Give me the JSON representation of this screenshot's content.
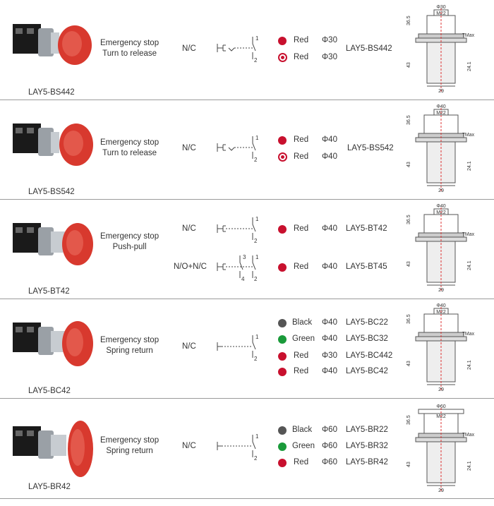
{
  "rows": [
    {
      "model": "LAY5-BS442",
      "desc_line1": "Emergency stop",
      "desc_line2": "Turn to release",
      "circuits": [
        {
          "type": "N/C",
          "pins": [
            "1",
            "2"
          ]
        }
      ],
      "variants": [
        {
          "color_name": "Red",
          "color": "#c8102e",
          "marker": "solid",
          "size": "Φ30"
        },
        {
          "color_name": "Red",
          "color": "#c8102e",
          "marker": "arrow",
          "size": "Φ30"
        }
      ],
      "code": "LAY5-BS442",
      "dims": {
        "top": "Φ30",
        "thread": "M22",
        "h1": "36.5",
        "h2": "43",
        "h3": "24.1",
        "max": "7Max",
        "base": "29"
      }
    },
    {
      "model": "LAY5-BS542",
      "desc_line1": "Emergency stop",
      "desc_line2": "Turn to release",
      "circuits": [
        {
          "type": "N/C",
          "pins": [
            "1",
            "2"
          ]
        }
      ],
      "variants": [
        {
          "color_name": "Red",
          "color": "#c8102e",
          "marker": "solid",
          "size": "Φ40"
        },
        {
          "color_name": "Red",
          "color": "#c8102e",
          "marker": "arrow",
          "size": "Φ40"
        }
      ],
      "code": "LAY5-BS542",
      "dims": {
        "top": "Φ40",
        "thread": "M22",
        "h1": "36.5",
        "h2": "43",
        "h3": "24.1",
        "max": "7Max",
        "base": "29"
      }
    },
    {
      "model": "LAY5-BT42",
      "desc_line1": "Emergency stop",
      "desc_line2": "Push-pull",
      "circuits": [
        {
          "type": "N/C",
          "pins": [
            "1",
            "2"
          ],
          "color_name": "Red",
          "size": "Φ40",
          "code": "LAY5-BT42"
        },
        {
          "type": "N/O+N/C",
          "pins": [
            "3",
            "4",
            "1",
            "2"
          ],
          "color_name": "Red",
          "size": "Φ40",
          "code": "LAY5-BT45"
        }
      ],
      "dims": {
        "top": "Φ40",
        "thread": "M22",
        "h1": "36.5",
        "h2": "43",
        "h3": "24.1",
        "max": "7Max",
        "base": "29"
      }
    },
    {
      "model": "LAY5-BC42",
      "desc_line1": "Emergency stop",
      "desc_line2": "Spring return",
      "circuits": [
        {
          "type": "N/C",
          "pins": [
            "1",
            "2"
          ]
        }
      ],
      "variants": [
        {
          "color_name": "Black",
          "color": "#555555",
          "size": "Φ40",
          "code": "LAY5-BC22"
        },
        {
          "color_name": "Green",
          "color": "#1a9a3a",
          "size": "Φ40",
          "code": "LAY5-BC32"
        },
        {
          "color_name": "Red",
          "color": "#c8102e",
          "size": "Φ30",
          "code": "LAY5-BC442"
        },
        {
          "color_name": "Red",
          "color": "#c8102e",
          "size": "Φ40",
          "code": "LAY5-BC42"
        }
      ],
      "dims": {
        "top": "Φ40",
        "thread": "M22",
        "h1": "36.5",
        "h2": "43",
        "h3": "24.1",
        "max": "7Max",
        "base": "29"
      }
    },
    {
      "model": "LAY5-BR42",
      "desc_line1": "Emergency stop",
      "desc_line2": "Spring return",
      "circuits": [
        {
          "type": "N/C",
          "pins": [
            "1",
            "2"
          ]
        }
      ],
      "variants": [
        {
          "color_name": "Black",
          "color": "#555555",
          "size": "Φ60",
          "code": "LAY5-BR22"
        },
        {
          "color_name": "Green",
          "color": "#1a9a3a",
          "size": "Φ60",
          "code": "LAY5-BR32"
        },
        {
          "color_name": "Red",
          "color": "#c8102e",
          "size": "Φ60",
          "code": "LAY5-BR42"
        }
      ],
      "dims": {
        "top": "Φ60",
        "thread": "M22",
        "h1": "36.5",
        "h2": "43",
        "h3": "24.1",
        "max": "7Max",
        "base": "29"
      }
    }
  ]
}
